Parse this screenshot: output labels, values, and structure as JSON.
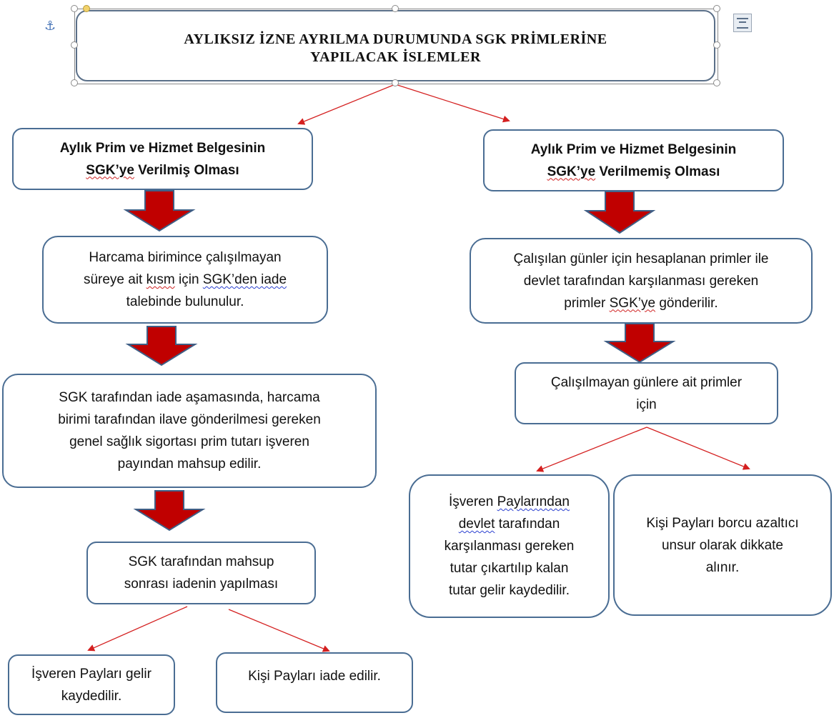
{
  "title": {
    "line1": "AYLIKSIZ İZNE AYRILMA DURUMUNDA SGK PRİMLERİNE",
    "line2": "YAPILACAK İSLEMLER"
  },
  "left": {
    "header": {
      "line1": "Aylık Prim ve Hizmet Belgesinin",
      "line2a": "SGK’ye",
      "line2b": " Verilmiş Olması"
    },
    "step1": {
      "line1": "Harcama birimince çalışılmayan",
      "line2a": "süreye ait ",
      "line2b": "kısm",
      "line2c": " için ",
      "line2d": "SGK’den  iade",
      "line3": "talebinde bulunulur."
    },
    "step2": {
      "line1": "SGK tarafından iade aşamasında, harcama",
      "line2": "birimi tarafından ilave gönderilmesi gereken",
      "line3": "genel sağlık sigortası prim tutarı işveren",
      "line4": "payından mahsup edilir."
    },
    "step3": {
      "line1": "SGK tarafından mahsup",
      "line2": "sonrası iadenin yapılması"
    },
    "leaf1": {
      "line1": "İşveren Payları gelir",
      "line2": "kaydedilir."
    },
    "leaf2": {
      "line1": "Kişi Payları iade edilir."
    }
  },
  "right": {
    "header": {
      "line1": "Aylık Prim ve Hizmet Belgesinin",
      "line2a": "SGK’ye",
      "line2b": " Verilmemiş Olması"
    },
    "step1": {
      "line1": "Çalışılan günler için hesaplanan primler ile",
      "line2": "devlet tarafından karşılanması gereken",
      "line3a": "primler ",
      "line3b": "SGK’ye",
      "line3c": " gönderilir."
    },
    "step2": {
      "line1": "Çalışılmayan günlere ait primler",
      "line2": "için"
    },
    "leaf1": {
      "line1a": "İşveren ",
      "line1b": "Paylarından",
      "line2": "devlet",
      "line2b": " tarafından",
      "line3": "karşılanması gereken",
      "line4": "tutar çıkartılıp kalan",
      "line5": "tutar gelir kaydedilir."
    },
    "leaf2": {
      "line1": "Kişi Payları borcu azaltıcı",
      "line2": "unsur olarak dikkate",
      "line3": "alınır."
    }
  },
  "colors": {
    "box_border": "#4a6d93",
    "arrow_fill": "#c00000",
    "arrow_stroke": "#3f5f86",
    "connector": "#d42020"
  }
}
